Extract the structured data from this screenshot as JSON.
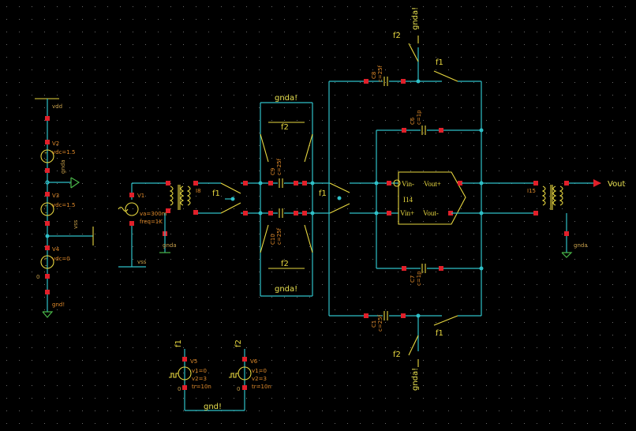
{
  "colors": {
    "background": "#000000",
    "wire": "#2fc0c8",
    "pin": "#e0202a",
    "symbol": "#e8d840",
    "label": "#c8a04a",
    "ground": "#4ab84a"
  },
  "supplies": {
    "vdd_label": "vdd",
    "v2_name": "V2",
    "v2_param": "vdc=1.5",
    "gnda_label": "gnda",
    "v3_name": "V3",
    "v3_param": "vdc=1.5",
    "vss_label": "vss",
    "v4_name": "V4",
    "v4_param": "vdc=0",
    "zero_label": "0",
    "gnd_label": "gnd!"
  },
  "source": {
    "name": "V1",
    "va": "va=300m",
    "freq": "freq=1K",
    "vss_label": "vss",
    "i8": "I8",
    "gnda": "gnda"
  },
  "switches": {
    "f1": "f1",
    "f2": "f2",
    "gnda_bang": "gnda!"
  },
  "caps": {
    "c9": "C9",
    "c9_val": "c=25f",
    "c10": "C10",
    "c10_val": "c=25f",
    "c8": "C8",
    "c8_val": "c=25f",
    "c1": "C1",
    "c1_val": "c=25f",
    "c6": "C6",
    "c6_val": "c=1p",
    "c7": "C7",
    "c7_val": "c=1p"
  },
  "amp": {
    "name": "I14",
    "vin_minus": "Vin-",
    "vin_plus": "Vin+",
    "vout_plus": "Vout+",
    "vout_minus": "Vout-"
  },
  "output": {
    "name": "I15",
    "gnda": "gnda",
    "out": "Vout"
  },
  "clocks": {
    "v5_name": "V5",
    "v5_v1": "v1=0",
    "v5_v2": "v2=3",
    "v5_tr": "tr=10n",
    "v6_name": "V6",
    "v6_v1": "v1=0",
    "v6_v2": "v2=3",
    "v6_tr": "tr=10n",
    "f1": "f1",
    "f2": "f2",
    "zero": "0",
    "gnd": "gnd!"
  }
}
